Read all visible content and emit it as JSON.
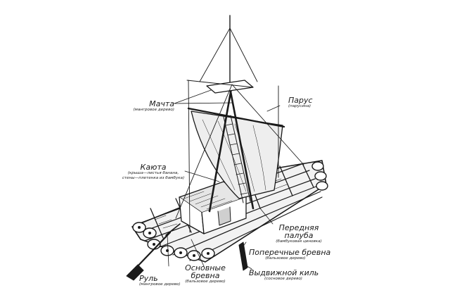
{
  "labels": {
    "mast": {
      "main": "Мачта",
      "sub": "(мангровое дерево)"
    },
    "sail": {
      "main": "Парус",
      "sub": "(парусина)"
    },
    "cabin": {
      "main": "Каюта",
      "sub1": "(крыша—листья банана,",
      "sub2": "стены—плетенка из бамбука)"
    },
    "foredeck": {
      "main1": "Передняя",
      "main2": "палуба",
      "sub": "(бамбуковая циновка)"
    },
    "crossbeams": {
      "main1": "Поперечные бревна",
      "sub": "(бальзовое дерево)"
    },
    "rudder": {
      "main": "Руль",
      "sub": "(мангровое дерево)"
    },
    "main_logs": {
      "main1": "Основные",
      "main2": "бревна",
      "sub": "(бальзовое дерево)"
    },
    "keel": {
      "main": "Выдвижной киль",
      "sub": "(сосновое дерево)"
    }
  },
  "colors": {
    "ink": "#1a1a1a",
    "paper": "#ffffff"
  }
}
